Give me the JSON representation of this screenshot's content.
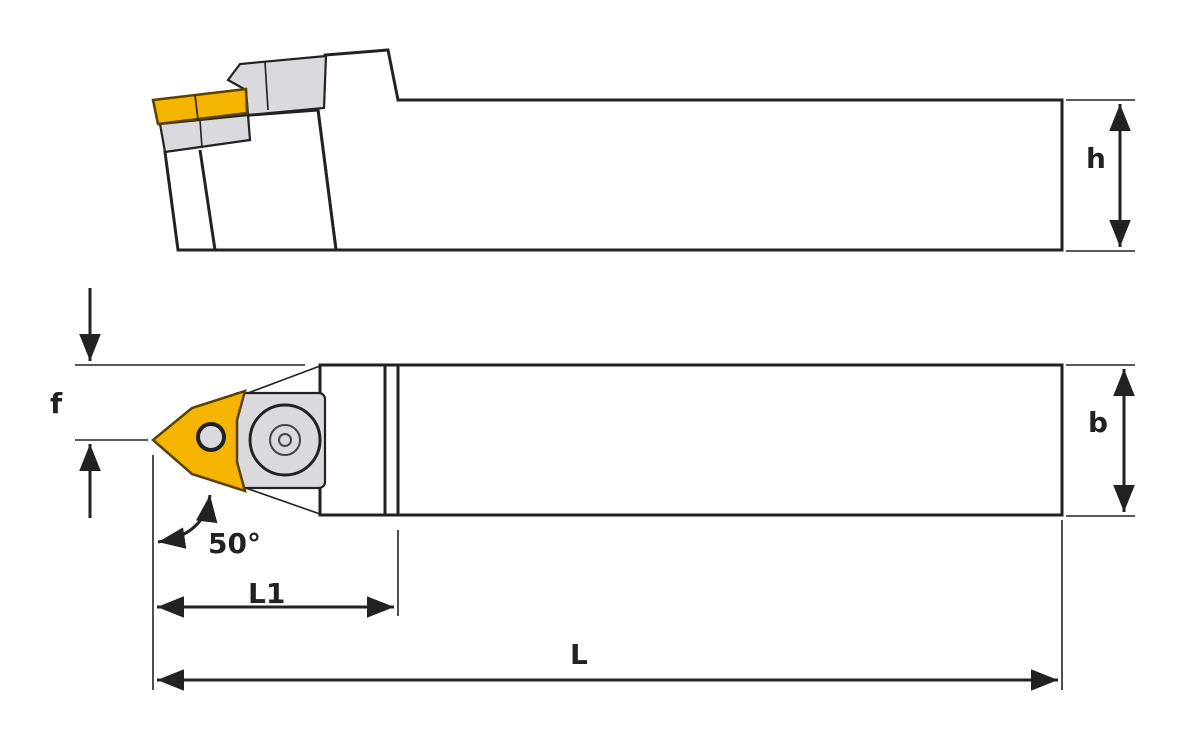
{
  "labels": {
    "h": "h",
    "b": "b",
    "f": "f",
    "angle": "50°",
    "L1": "L1",
    "L": "L"
  },
  "colors": {
    "insert": "#f5b400",
    "clamp": "#d9d9de",
    "line": "#222222"
  }
}
